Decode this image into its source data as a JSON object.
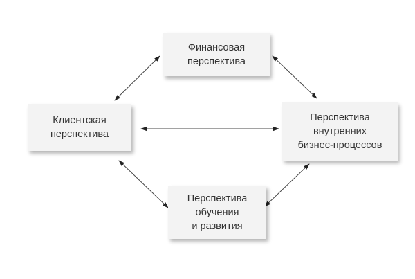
{
  "nodes": {
    "financial": {
      "lines": [
        "Финансовая",
        "перспектива"
      ]
    },
    "customer": {
      "lines": [
        "Клиентская",
        "перспектива"
      ]
    },
    "internal": {
      "lines": [
        "Перспектива",
        "внутренних",
        "бизнес-процессов"
      ]
    },
    "learning": {
      "lines": [
        "Перспектива",
        "обучения",
        "и развития"
      ]
    }
  },
  "edges": [
    {
      "from": "customer",
      "to": "financial",
      "type": "bidirectional"
    },
    {
      "from": "financial",
      "to": "internal",
      "type": "bidirectional"
    },
    {
      "from": "customer",
      "to": "internal",
      "type": "bidirectional"
    },
    {
      "from": "customer",
      "to": "learning",
      "type": "bidirectional"
    },
    {
      "from": "learning",
      "to": "internal",
      "type": "bidirectional"
    }
  ],
  "colors": {
    "box": "#f3f3f3",
    "text": "#333333",
    "arrow": "#222222"
  }
}
